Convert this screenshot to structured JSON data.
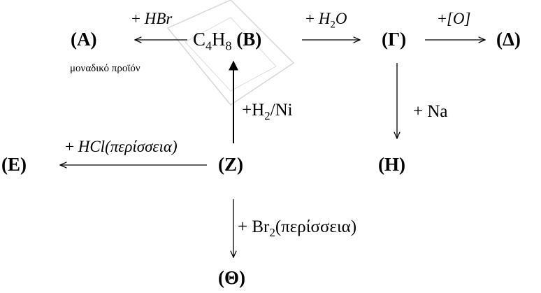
{
  "nodes": {
    "A": "(A)",
    "B_formula_base": "C",
    "B_formula_sub1": "4",
    "B_formula_mid": "H",
    "B_formula_sub2": "8",
    "B_label": "(B)",
    "G": "(Γ)",
    "D": "(Δ)",
    "E": "(E)",
    "Z": "(Z)",
    "H": "(H)",
    "TH": "(Θ)"
  },
  "note_A": "μοναδικό προϊόν",
  "reagents": {
    "hbr_prefix": "+ ",
    "hbr_text": "HBr",
    "h2o_prefix": "+ ",
    "h2o_H": "H",
    "h2o_sub": "2",
    "h2o_O": "O",
    "ox_prefix": "+",
    "ox_text": "[O]",
    "h2ni_prefix": "+H",
    "h2ni_sub": "2",
    "h2ni_suffix": "/Ni",
    "na": "+ Na",
    "hcl_prefix": "+ ",
    "hcl_text": "HCl(περίσσεια)",
    "br2_prefix": "+ Br",
    "br2_sub": "2",
    "br2_suffix": "(περίσσεια)"
  }
}
